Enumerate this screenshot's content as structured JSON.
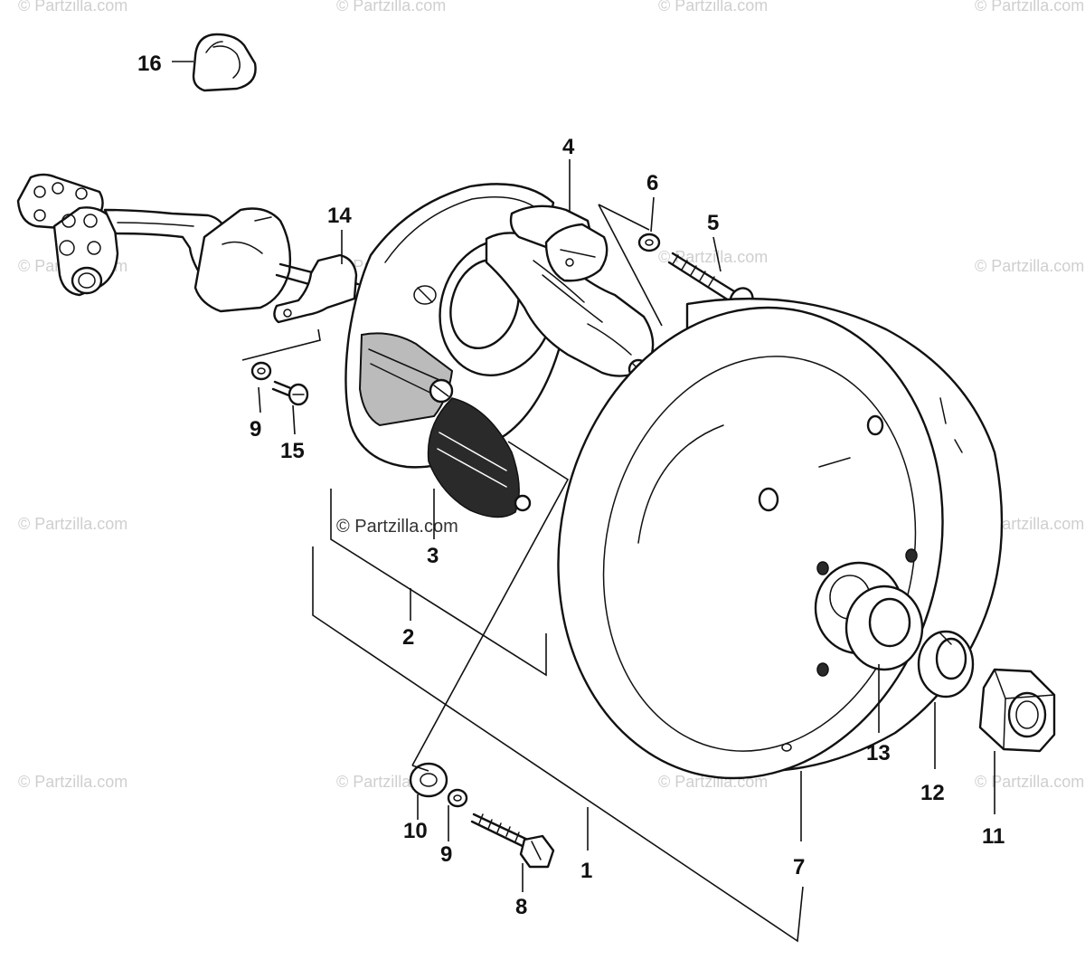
{
  "watermarks": {
    "text": "© Partzilla.com",
    "center_text": "© Partzilla.com"
  },
  "callouts": {
    "c1": "1",
    "c2": "2",
    "c3": "3",
    "c4": "4",
    "c5": "5",
    "c6": "6",
    "c7": "7",
    "c8": "8",
    "c9a": "9",
    "c9b": "9",
    "c10": "10",
    "c11": "11",
    "c12": "12",
    "c13": "13",
    "c14": "14",
    "c15": "15",
    "c16": "16"
  }
}
